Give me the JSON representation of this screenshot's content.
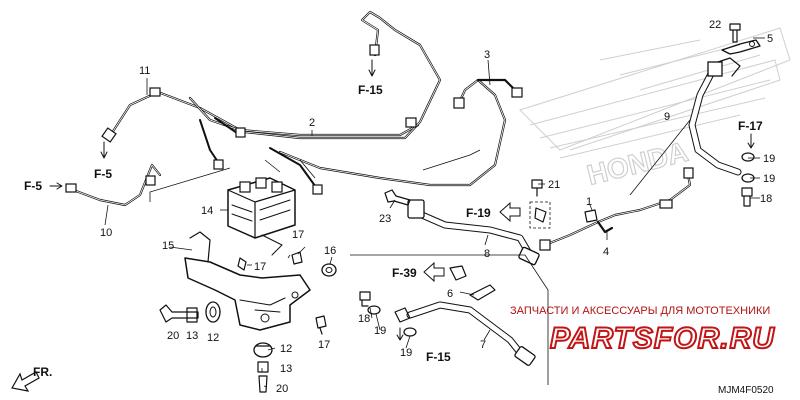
{
  "callouts": {
    "c1": "1",
    "c2": "2",
    "c3": "3",
    "c4": "4",
    "c5": "5",
    "c6": "6",
    "c7": "7",
    "c8": "8",
    "c9": "9",
    "c10": "10",
    "c11": "11",
    "c12": "12",
    "c13": "13",
    "c14": "14",
    "c15": "15",
    "c16": "16",
    "c17": "17",
    "c18": "18",
    "c19": "19",
    "c20": "20",
    "c21": "21",
    "c22": "22",
    "c23": "23"
  },
  "refs": {
    "f5": "F-5",
    "f15": "F-15",
    "f17": "F-17",
    "f19": "F-19",
    "f39": "F-39",
    "fr": "FR."
  },
  "watermark": {
    "tagline": "ЗАПЧАСТИ И АКСЕССУАРЫ ДЛЯ МОТОТЕХНИКИ",
    "site": "PARTSFOR.RU",
    "brand": "HONDA"
  },
  "diagram_code": "MJM4F0520",
  "colors": {
    "line": "#111111",
    "brand_red": "#c21515",
    "logo_grey": "#cfcfcf"
  }
}
